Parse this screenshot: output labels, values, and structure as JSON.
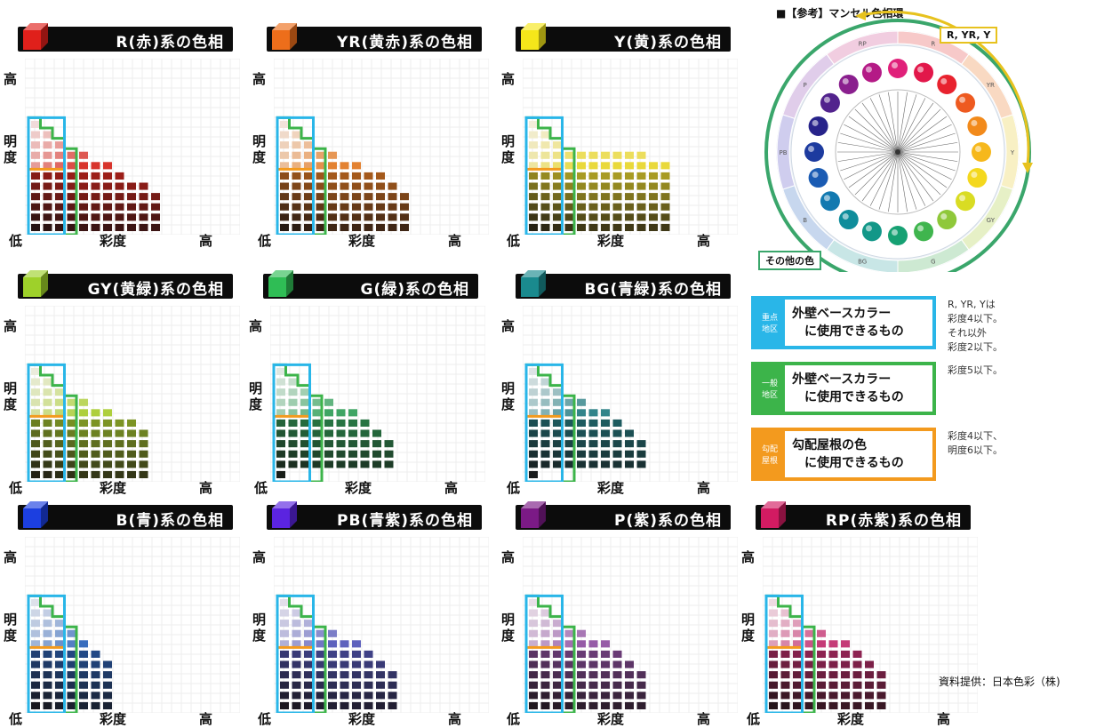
{
  "axis_labels": {
    "high": "高",
    "low": "低",
    "brightness": "明\n度",
    "chroma": "彩度"
  },
  "chart_data": [
    {
      "type": "heatmap",
      "title": "R(赤)系の色相",
      "hue": "R",
      "accent": "#d5231a",
      "cube": "#e0201b",
      "columns": [
        11,
        10,
        9,
        8,
        8,
        7,
        7,
        6,
        5,
        5,
        4
      ],
      "base": 0,
      "cyan": [
        3,
        3,
        2
      ],
      "green": [
        3,
        3,
        2,
        2
      ],
      "orange": [
        3,
        3,
        2
      ]
    },
    {
      "type": "heatmap",
      "title": "YR(黄赤)系の色相",
      "hue": "YR",
      "accent": "#e1771f",
      "cube": "#ed6e1b",
      "columns": [
        11,
        10,
        9,
        8,
        8,
        7,
        7,
        6,
        6,
        5,
        4
      ],
      "base": 0,
      "cyan": [
        3,
        3,
        2
      ],
      "green": [
        3,
        3,
        2,
        2
      ],
      "orange": [
        3,
        3,
        2
      ]
    },
    {
      "type": "heatmap",
      "title": "Y(黄)系の色相",
      "hue": "Y",
      "accent": "#e7d62a",
      "cube": "#f5e61a",
      "columns": [
        11,
        10,
        9,
        8,
        8,
        8,
        8,
        8,
        8,
        8,
        7,
        7
      ],
      "base": 0,
      "cyan": [
        3,
        3,
        2
      ],
      "green": [
        3,
        3,
        2,
        2
      ],
      "orange": [
        3,
        3,
        2
      ]
    },
    {
      "type": "heatmap",
      "title": "GY(黄緑)系の色相",
      "hue": "GY",
      "accent": "#a7cc2c",
      "cube": "#9ed12a",
      "columns": [
        11,
        10,
        9,
        8,
        8,
        7,
        7,
        6,
        6,
        5
      ],
      "base": 0,
      "cyan": [
        2,
        2,
        1
      ],
      "green": [
        3,
        3,
        2,
        2
      ],
      "orange": [
        3,
        3,
        2
      ]
    },
    {
      "type": "heatmap",
      "title": "G(緑)系の色相",
      "hue": "G",
      "accent": "#2e9e57",
      "cube": "#2fbd55",
      "columns": [
        11,
        10,
        9,
        8,
        8,
        7,
        7,
        6,
        5,
        4
      ],
      "base": 1,
      "cyan": [
        2,
        2,
        1
      ],
      "green": [
        3,
        3,
        2,
        2
      ],
      "orange": [
        3,
        3,
        2
      ]
    },
    {
      "type": "heatmap",
      "title": "BG(青緑)系の色相",
      "hue": "BG",
      "accent": "#207a80",
      "cube": "#1a8a8e",
      "columns": [
        11,
        10,
        9,
        8,
        8,
        7,
        7,
        6,
        5,
        4
      ],
      "base": 1,
      "cyan": [
        2,
        2,
        1
      ],
      "green": [
        3,
        3,
        2,
        2
      ],
      "orange": [
        3,
        3,
        2
      ]
    },
    {
      "type": "heatmap",
      "title": "B(青)系の色相",
      "hue": "B",
      "accent": "#2761b8",
      "cube": "#1c3fe0",
      "columns": [
        11,
        10,
        9,
        8,
        7,
        6,
        5
      ],
      "base": 0,
      "cyan": [
        2,
        2,
        1
      ],
      "green": [
        3,
        3,
        2,
        2
      ],
      "orange": [
        3,
        3,
        2
      ]
    },
    {
      "type": "heatmap",
      "title": "PB(青紫)系の色相",
      "hue": "PB",
      "accent": "#5055b8",
      "cube": "#5b24e0",
      "columns": [
        11,
        10,
        9,
        8,
        8,
        7,
        7,
        6,
        5,
        4
      ],
      "base": 0,
      "cyan": [
        2,
        2,
        1
      ],
      "green": [
        3,
        3,
        2,
        2
      ],
      "orange": [
        3,
        3,
        2
      ]
    },
    {
      "type": "heatmap",
      "title": "P(紫)系の色相",
      "hue": "P",
      "accent": "#8d4da0",
      "cube": "#7b1a86",
      "columns": [
        11,
        10,
        9,
        8,
        8,
        7,
        7,
        6,
        5,
        4
      ],
      "base": 0,
      "cyan": [
        2,
        2,
        1
      ],
      "green": [
        3,
        3,
        2,
        2
      ],
      "orange": [
        3,
        3,
        2
      ]
    },
    {
      "type": "heatmap",
      "title": "RP(赤紫)系の色相",
      "hue": "RP",
      "accent": "#c02a6c",
      "cube": "#d21b62",
      "columns": [
        11,
        10,
        9,
        8,
        8,
        7,
        7,
        6,
        5,
        4
      ],
      "base": 0,
      "cyan": [
        2,
        2,
        1
      ],
      "green": [
        3,
        3,
        2,
        2
      ],
      "orange": [
        3,
        3,
        2
      ]
    }
  ],
  "munsell": {
    "title": "■【参考】マンセル色相環",
    "annot_top": "R, YR, Y",
    "annot_bottom": "その他の色",
    "ball_colors": [
      "#e0207a",
      "#e2174a",
      "#e8222e",
      "#ee5a20",
      "#f28a1b",
      "#f6b81c",
      "#f4d81e",
      "#d9dc23",
      "#8fc83a",
      "#3fb54e",
      "#16a173",
      "#129788",
      "#0f8d9b",
      "#1279b0",
      "#1a5bb3",
      "#1d3b9f",
      "#27238a",
      "#52238d",
      "#8a1f8e",
      "#b41a86"
    ],
    "ring_labels": [
      "R",
      "YR",
      "Y",
      "GY",
      "G",
      "BG",
      "B",
      "PB",
      "P",
      "RP"
    ]
  },
  "legend": [
    {
      "tag": "重点\n地区",
      "text": "外壁ベースカラー\n　に使用できるもの",
      "note": "R, YR, Yは\n彩度4以下。\nそれ以外\n彩度2以下。",
      "color": "#29b6e8"
    },
    {
      "tag": "一般\n地区",
      "text": "外壁ベースカラー\n　に使用できるもの",
      "note": "彩度5以下。",
      "color": "#3cb44a"
    },
    {
      "tag": "勾配\n屋根",
      "text": "勾配屋根の色\n　に使用できるもの",
      "note": "彩度4以下、\n明度6以下。",
      "color": "#f39a1e"
    }
  ],
  "credit": "資料提供：日本色彩（株)"
}
